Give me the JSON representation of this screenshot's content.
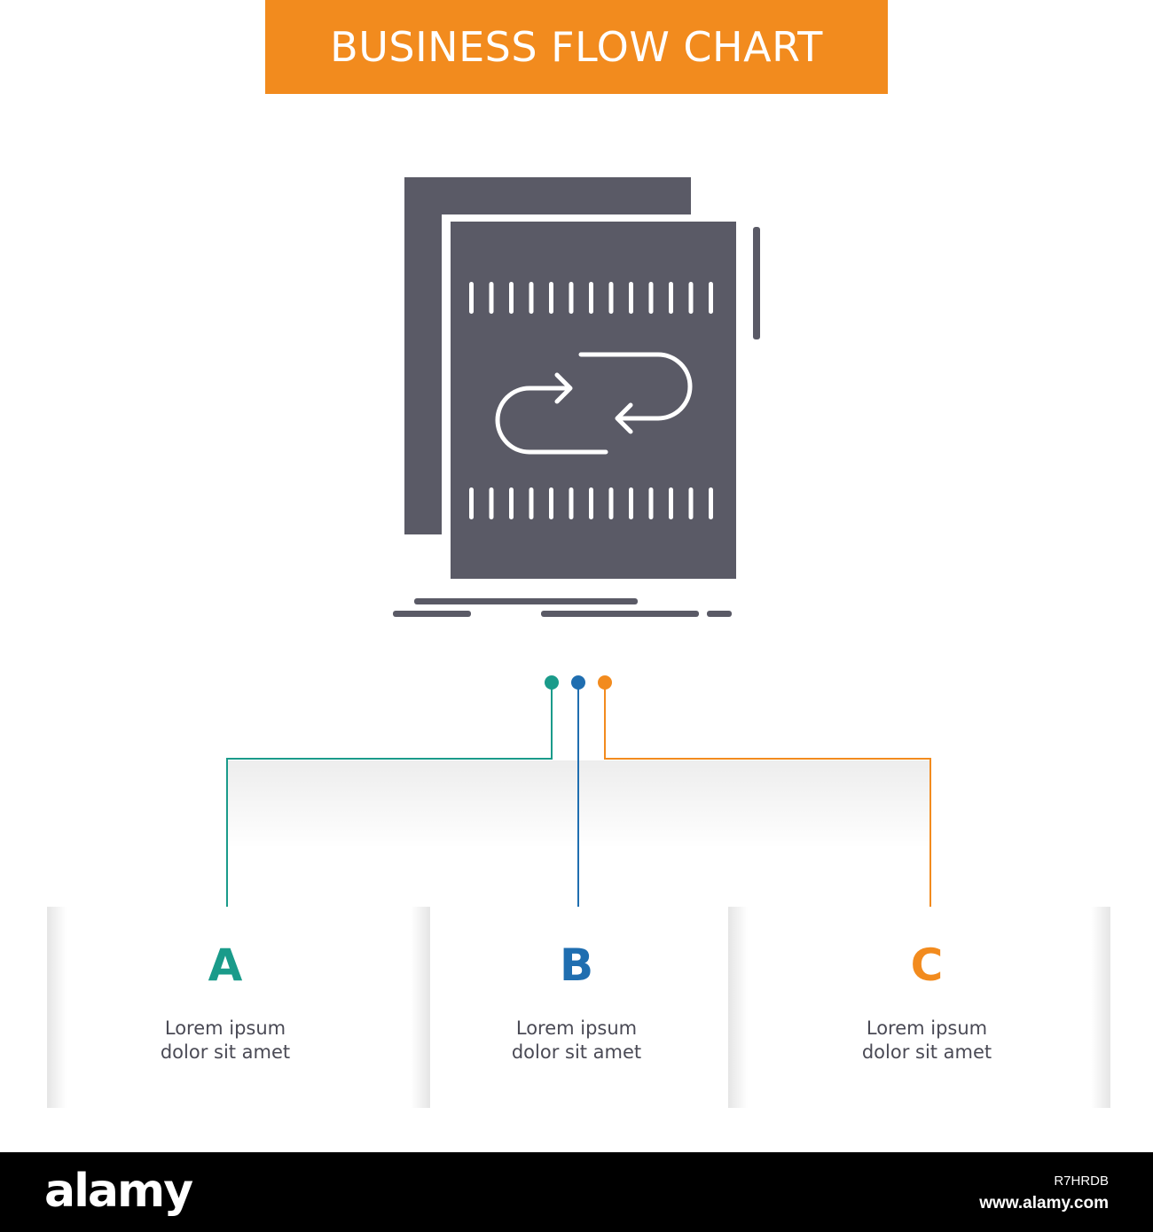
{
  "header": {
    "title": "BUSINESS FLOW CHART"
  },
  "colors": {
    "banner": "#f28b1e",
    "icon": "#5a5a66",
    "step_a": "#1a9b8a",
    "step_b": "#1f6eb0",
    "step_c": "#f28b1e",
    "body_text": "#4a4a55"
  },
  "icon": {
    "name": "document-sync-icon"
  },
  "steps": [
    {
      "letter": "A",
      "line1": "Lorem ipsum",
      "line2": "dolor sit amet"
    },
    {
      "letter": "B",
      "line1": "Lorem ipsum",
      "line2": "dolor sit amet"
    },
    {
      "letter": "C",
      "line1": "Lorem ipsum",
      "line2": "dolor sit amet"
    }
  ],
  "footer": {
    "logo": "alamy",
    "image_id": "R7HRDB",
    "url": "www.alamy.com"
  }
}
